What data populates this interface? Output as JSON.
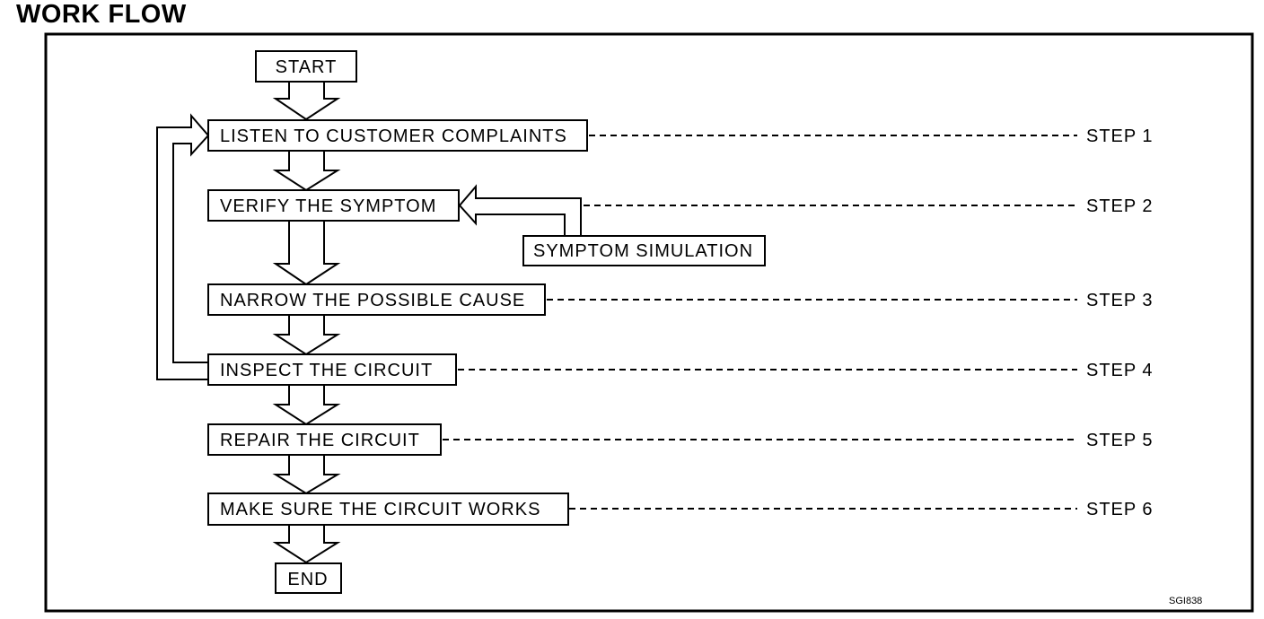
{
  "title": "WORK FLOW",
  "flow": {
    "start": "START",
    "end": "END",
    "steps": [
      {
        "label": "LISTEN TO CUSTOMER COMPLAINTS",
        "step": "STEP 1"
      },
      {
        "label": "VERIFY THE SYMPTOM",
        "step": "STEP 2"
      },
      {
        "label": "NARROW THE POSSIBLE CAUSE",
        "step": "STEP 3"
      },
      {
        "label": "INSPECT THE CIRCUIT",
        "step": "STEP 4"
      },
      {
        "label": "REPAIR THE CIRCUIT",
        "step": "STEP 5"
      },
      {
        "label": "MAKE SURE THE CIRCUIT WORKS",
        "step": "STEP 6"
      }
    ],
    "side_box": "SYMPTOM SIMULATION"
  },
  "figure_code": "SGI838"
}
